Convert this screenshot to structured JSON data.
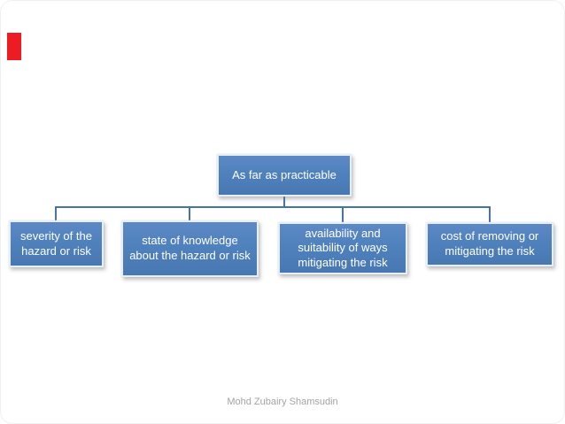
{
  "slide": {
    "footer_credit": "Mohd Zubairy Shamsudin"
  },
  "diagram": {
    "type": "hierarchy",
    "root_label": "As far as practicable",
    "children": [
      {
        "label": "severity of the hazard or risk"
      },
      {
        "label": "state of knowledge about the hazard or risk"
      },
      {
        "label": "availability and suitability of ways mitigating the risk"
      },
      {
        "label": "cost of removing or mitigating the risk"
      }
    ],
    "colors": {
      "node_fill": "#4f81bd",
      "node_fill_top": "#5d89c6",
      "node_border": "#e8eef7",
      "connector": "#4575a7",
      "node_text": "#ffffff",
      "footer_text": "#a3a3a3",
      "marker_red": "#ed1b24"
    }
  }
}
